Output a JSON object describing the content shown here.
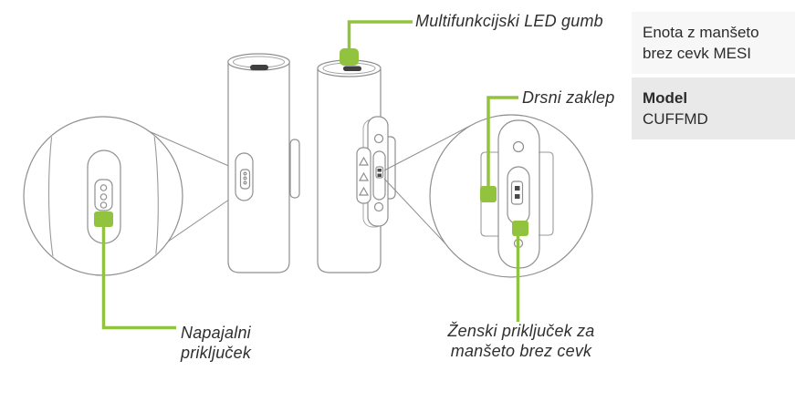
{
  "callouts": {
    "led_button": "Multifunkcijski LED gumb",
    "sliding_lock": "Drsni zaklep",
    "power_connector": "Napajalni priključek",
    "female_connector": "Ženski priključek za manšeto brez cevk"
  },
  "info_panel": {
    "product_name": "Enota z manšeto brez cevk MESI",
    "model_label": "Model",
    "model_value": "CUFFMD"
  },
  "icons": {
    "led_button_marker": "green-square-marker",
    "power_connector_marker": "green-square-marker",
    "sliding_lock_marker": "green-square-marker",
    "female_connector_marker": "green-square-marker"
  },
  "colors": {
    "accent_green": "#92c33e",
    "line_gray": "#8f8f8f",
    "panel_bg_light": "#f7f7f7",
    "panel_bg_dark": "#e9e9e9",
    "text": "#2f2f2f"
  }
}
